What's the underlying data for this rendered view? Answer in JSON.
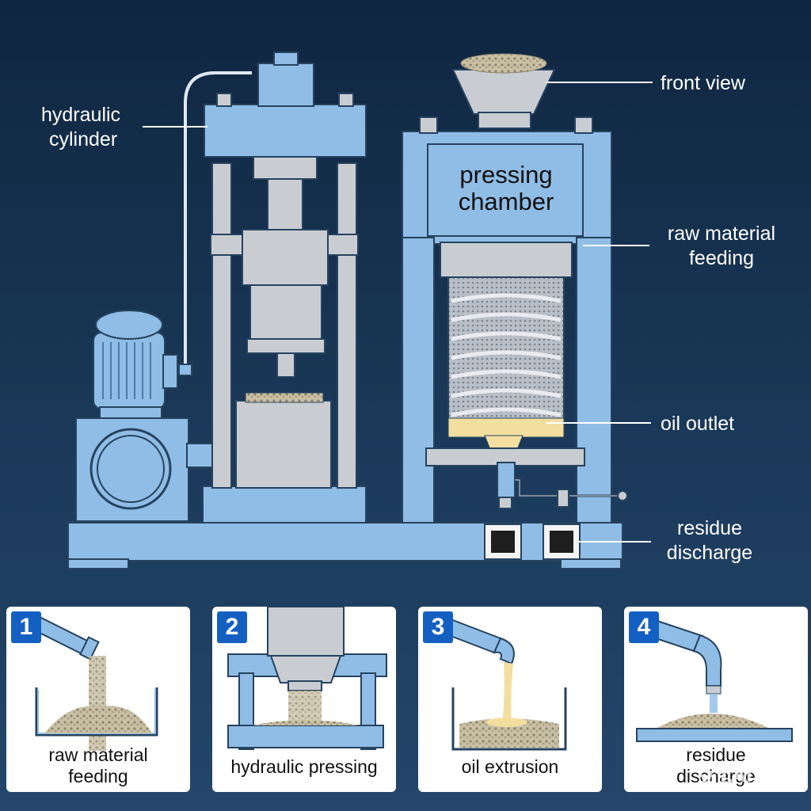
{
  "labels": {
    "hydraulic_cylinder": [
      "hydraulic",
      "cylinder"
    ],
    "front_view": "front view",
    "pressing_chamber": [
      "pressing",
      "chamber"
    ],
    "raw_material_feeding": [
      "raw material",
      "feeding"
    ],
    "oil_outlet": "oil outlet",
    "residue_discharge": [
      "residue",
      "discharge"
    ]
  },
  "steps": [
    {
      "number": "1",
      "caption": [
        "raw material",
        "feeding"
      ]
    },
    {
      "number": "2",
      "caption": [
        "hydraulic pressing"
      ]
    },
    {
      "number": "3",
      "caption": [
        "oil extrusion"
      ]
    },
    {
      "number": "4",
      "caption": [
        "residue",
        "discharge"
      ]
    }
  ],
  "watermark": "豆包AI生成",
  "colors": {
    "machine": "#8fbde6",
    "machine_dark": "#5f93c4",
    "steel": "#c9cdd2",
    "oil": "#f2dfa0",
    "badge": "#1460c2"
  }
}
